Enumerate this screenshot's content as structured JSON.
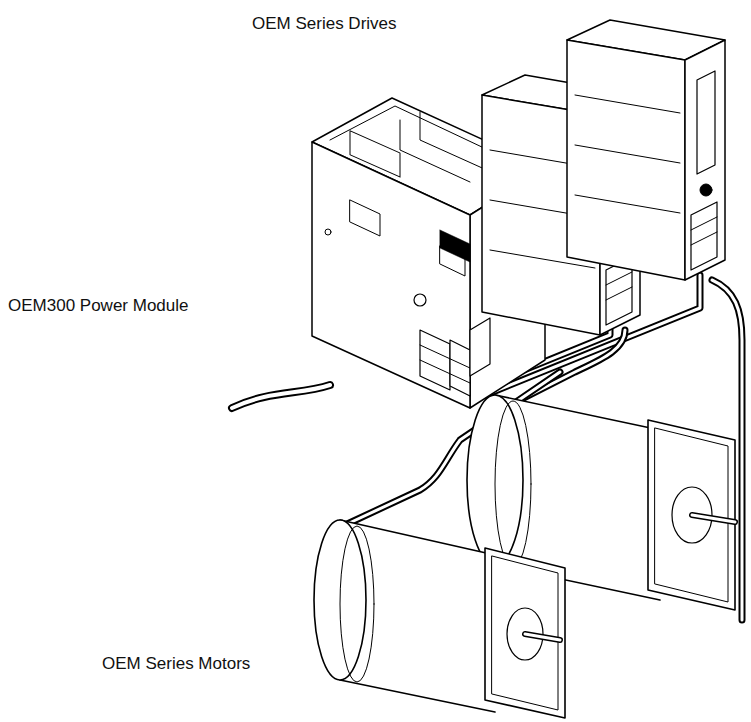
{
  "diagram": {
    "labels": [
      "OEM Series Drives",
      "OEM300 Power Module",
      "OEM Series Motors"
    ]
  }
}
